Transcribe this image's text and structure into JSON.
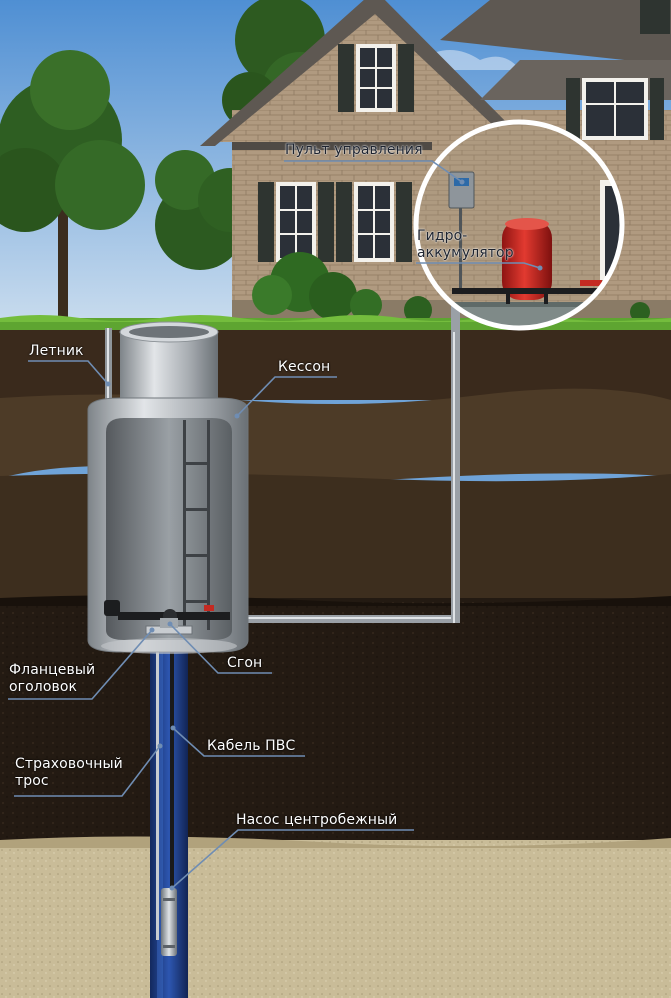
{
  "labels": {
    "control_panel": "Пульт управления",
    "accumulator_line1": "Гидро-",
    "accumulator_line2": "аккумулятор",
    "summer_pipe": "Летник",
    "caisson": "Кессон",
    "flange_line1": "Фланцевый",
    "flange_line2": "оголовок",
    "nipple": "Сгон",
    "cable": "Кабель ПВС",
    "rope_line1": "Страховочный",
    "rope_line2": "трос",
    "pump": "Насос центробежный"
  },
  "colors": {
    "sky": "#6fa3d8",
    "brick": "#b29a7e",
    "roof": "#5e5852",
    "grass": "#5ea531",
    "topsoil": "#3a2a1c",
    "clay": "#4a3826",
    "deep_soil": "#1f1710",
    "sand": "#cbbf9c",
    "caisson_metal": "#b4b8bc",
    "casing_blue": "#1f3f8c",
    "accumulator_red": "#c9201c",
    "leader_line": "#6f8db3"
  }
}
